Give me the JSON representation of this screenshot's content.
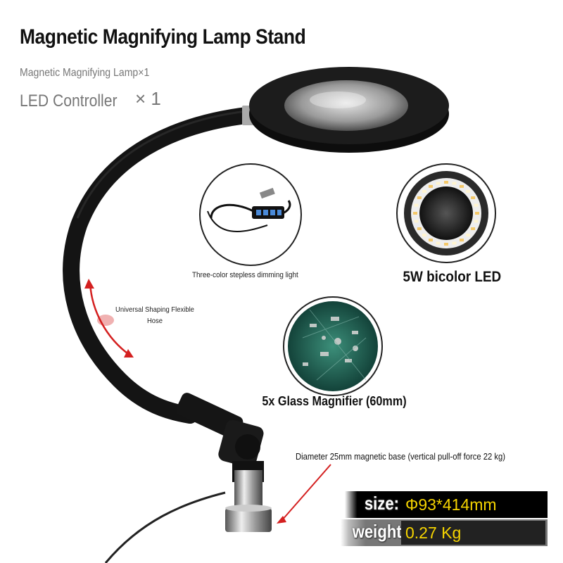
{
  "title": "Magnetic Magnifying Lamp Stand",
  "package": {
    "item1": "Magnetic Magnifying Lamp×1",
    "item2": "LED Controller",
    "item2_qty": "× 1"
  },
  "features": {
    "dimming": "Three-color stepless dimming light",
    "hose": "Universal Shaping Flexible Hose",
    "led": "5W bicolor LED",
    "magnifier": "5x Glass Magnifier (60mm)",
    "base": "Diameter 25mm magnetic base (vertical pull-off force 22 kg)"
  },
  "specs": {
    "size_label": "size:",
    "size_value": "Φ93*414mm",
    "weight_label": "weight:",
    "weight_value": "0.27 Kg"
  },
  "colors": {
    "lamp_body": "#111111",
    "arrow": "#d42020",
    "spec_value_text": "#f5d400"
  },
  "icons": [
    "usb-cable-icon",
    "led-ring-icon",
    "circuit-board-icon"
  ]
}
